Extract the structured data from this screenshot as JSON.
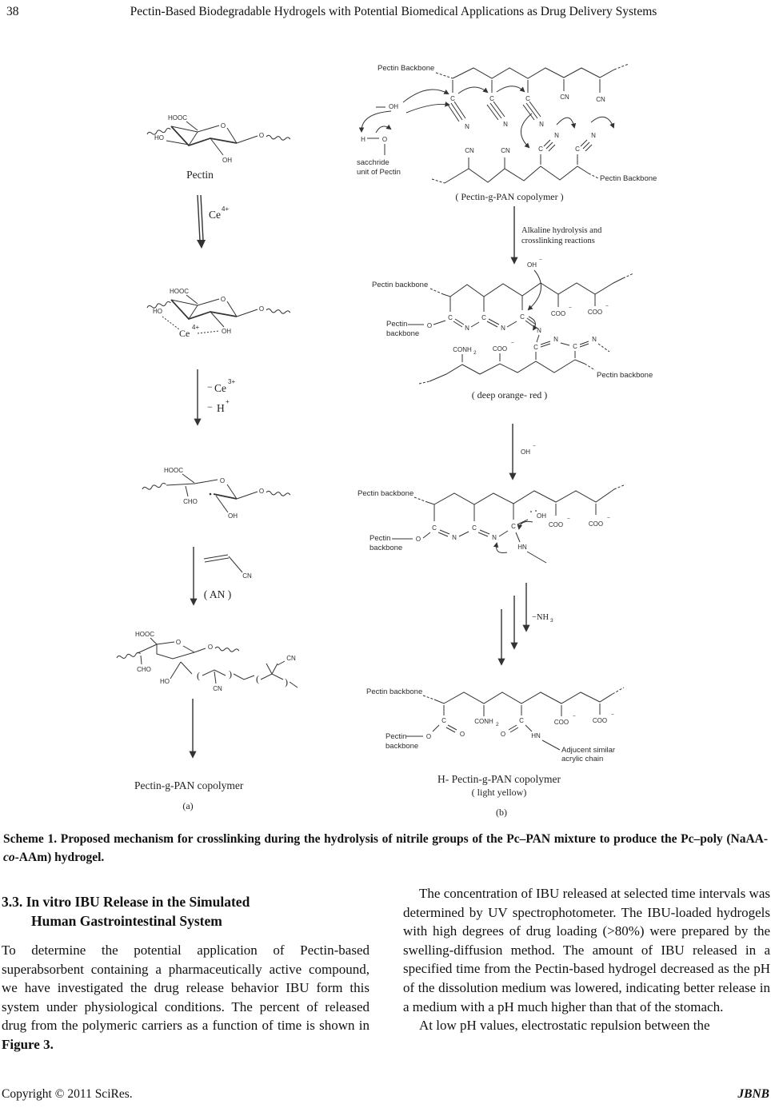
{
  "page": {
    "number": "38",
    "running_title": "Pectin-Based Biodegradable Hydrogels with Potential Biomedical Applications as Drug Delivery Systems",
    "footer_left": "Copyright © 2011 SciRes.",
    "footer_right": "JBNB"
  },
  "scheme": {
    "atoms": {
      "hooc": "HOOC",
      "ho": "HO",
      "oh": "OH",
      "o": "O",
      "c": "C",
      "n": "N",
      "h": "H",
      "cn": "CN",
      "cho": "CHO",
      "hn": "HN",
      "coo": "COO",
      "conh": "CONH",
      "minus": "−",
      "sub2": "2",
      "sub3": "3",
      "ce": "Ce",
      "sup4plus": "4+",
      "sup3plus": "3+",
      "supplus": "+",
      "minus_nh": "−NH"
    },
    "labels": {
      "pectin": "Pectin",
      "pectin_backbone_uc": "Pectin Backbone",
      "pectin_backbone": "Pectin backbone",
      "pectin_w": "Pectin",
      "backbone_w": "backbone",
      "sacchride1": "sacchride",
      "sacchride2": "unit of Pectin",
      "pgp_caption": "( Pectin-g-PAN copolymer )",
      "alk1": "Alkaline hydrolysis and",
      "alk2": "crosslinking reactions",
      "deep_caption": "( deep orange- red )",
      "an": "( AN )",
      "pgp": "Pectin-g-PAN copolymer",
      "a_label": "(a)",
      "hpgp": "H- Pectin-g-PAN copolymer",
      "light_yellow": "( light yellow)",
      "b_label": "(b)",
      "adj1": "Adjucent similar",
      "adj2": "acrylic chain"
    }
  },
  "caption": {
    "part1": "Scheme 1. Proposed mechanism for crosslinking during the hydrolysis of nitrile groups of the Pc–PAN mixture to produce the Pc–poly (NaAA-",
    "co": "co",
    "part2": "-AAm) hydrogel."
  },
  "body": {
    "left": {
      "heading_line1": "3.3. In vitro IBU Release in the Simulated",
      "heading_line2": "Human Gastrointestinal System",
      "para_before_bold": "To determine the potential application of Pectin-based superabsorbent containing a pharmaceutically active compound, we have investigated the drug release behavior IBU form this system under physiological conditions. The percent of released drug from the polymeric carriers as a function of time is shown in ",
      "para_bold": "Figure 3."
    },
    "right": {
      "para1": "The concentration of IBU released at selected time intervals was determined by UV spectrophotometer. The IBU-loaded hydrogels with high degrees of drug loading (>80%) were prepared by the swelling-diffusion method. The amount of IBU released in a specified time from the Pectin-based hydrogel decreased as the pH of the dissolution medium was lowered, indicating better release in a medium with a pH much higher than that of the stomach.",
      "para2": "At low pH values, electrostatic repulsion between the"
    }
  }
}
